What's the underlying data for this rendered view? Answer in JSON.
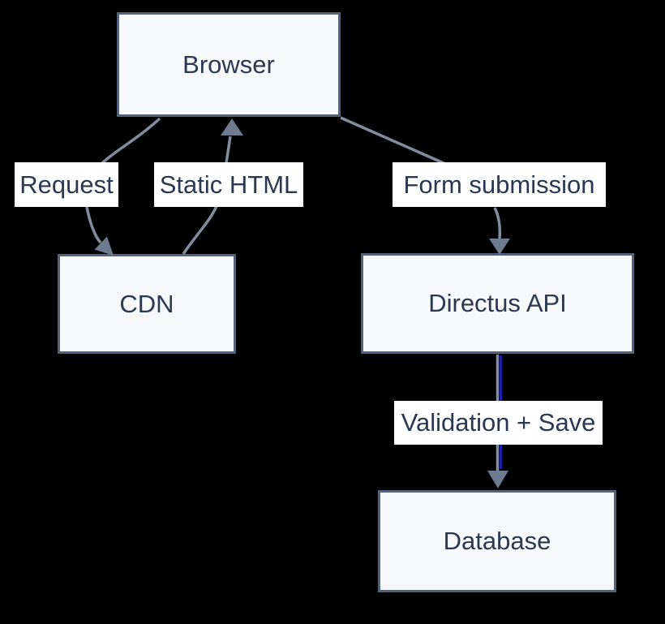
{
  "diagram": {
    "type": "flowchart",
    "direction": "top-down",
    "nodes": [
      {
        "id": "browser",
        "label": "Browser"
      },
      {
        "id": "cdn",
        "label": "CDN"
      },
      {
        "id": "directus_api",
        "label": "Directus API"
      },
      {
        "id": "database",
        "label": "Database"
      }
    ],
    "edges": [
      {
        "from": "Browser",
        "to": "CDN",
        "label": "Request"
      },
      {
        "from": "CDN",
        "to": "Browser",
        "label": "Static HTML"
      },
      {
        "from": "Browser",
        "to": "Directus API",
        "label": "Form submission"
      },
      {
        "from": "Directus API",
        "to": "Database",
        "label": "Validation + Save"
      }
    ],
    "colors": {
      "background": "#000000",
      "node_fill": "#f7f8fa",
      "node_border": "#55627c",
      "text": "#2b3852",
      "edge": "#828c9e",
      "arrowhead": "#6e7a90",
      "edge_accent_blue": "#1f1fd9",
      "label_background": "#ffffff"
    }
  }
}
